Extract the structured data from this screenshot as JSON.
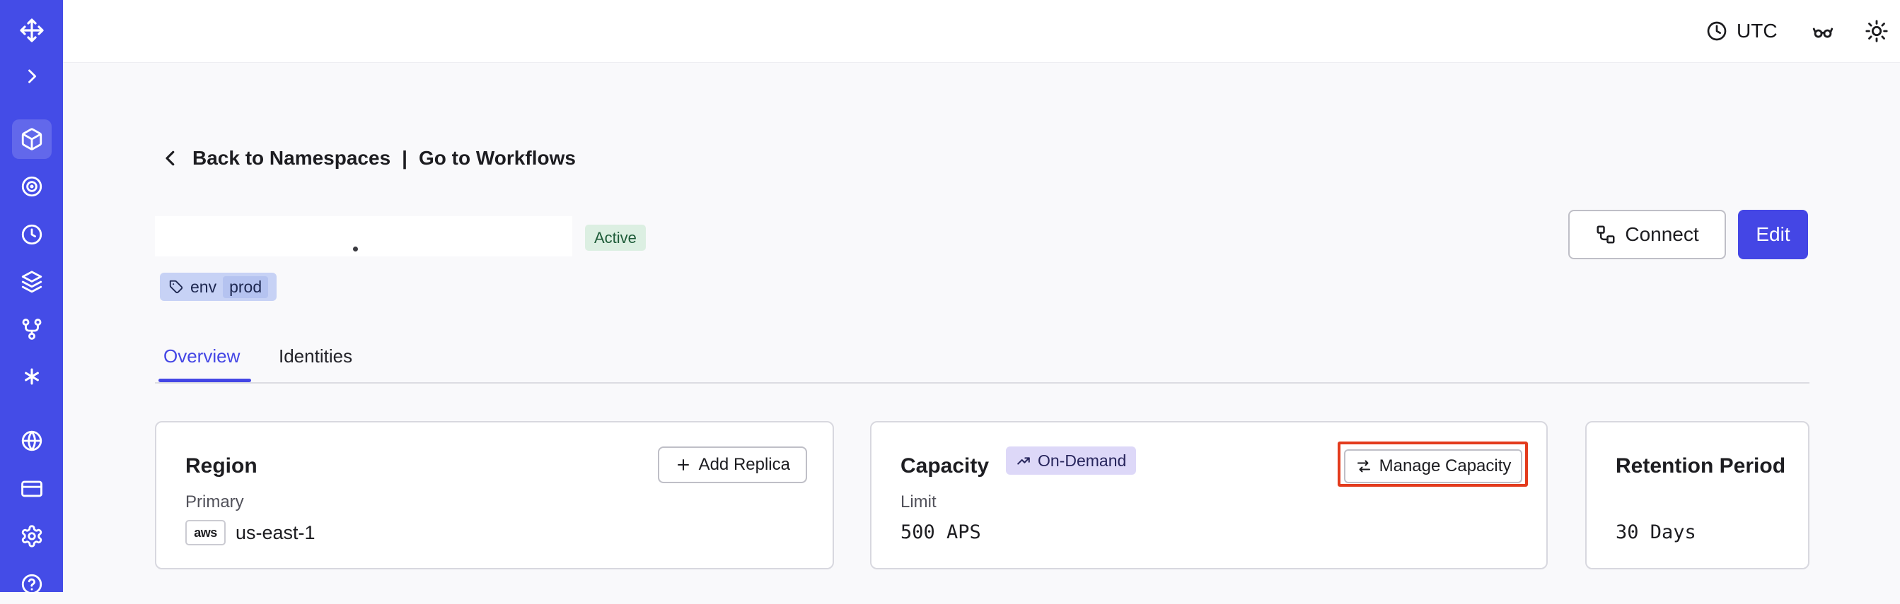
{
  "colors": {
    "sidebar-bg": "#444ce7",
    "sidebar-active": "rgba(255,255,255,0.16)",
    "accent": "#4446e5",
    "content-bg": "#f9f9fb",
    "card-border": "#d8d8df",
    "btn-border": "#bfbfc7",
    "text-primary": "#1d1d21",
    "text-secondary": "#51515a",
    "badge-active-bg": "#dcefe2",
    "badge-active-text": "#1d5b38",
    "tag-bg": "#c7d2f5",
    "tag-chip-bg": "#b5c3f0",
    "tag-text": "#1d2750",
    "ondemand-bg": "#ddd8f8",
    "ondemand-text": "#27255c",
    "annotation": "#e33b1d"
  },
  "topbar": {
    "timezone": "UTC"
  },
  "sidebar": {
    "icons": [
      "logo",
      "expand",
      "namespaces",
      "workflows",
      "schedules",
      "batch-operations",
      "deployments",
      "nexus",
      "usage",
      "billing",
      "settings",
      "help"
    ]
  },
  "breadcrumb": {
    "back": "Back to Namespaces",
    "separator": "|",
    "workflows": "Go to Workflows"
  },
  "namespace": {
    "status": "Active",
    "tag": {
      "key": "env",
      "value": "prod"
    },
    "actions": {
      "connect": "Connect",
      "edit": "Edit"
    }
  },
  "tabs": [
    {
      "label": "Overview",
      "active": true
    },
    {
      "label": "Identities",
      "active": false
    }
  ],
  "cards": {
    "region": {
      "title": "Region",
      "add_replica": "Add Replica",
      "primary_label": "Primary",
      "provider": "aws",
      "value": "us-east-1"
    },
    "capacity": {
      "title": "Capacity",
      "badge": "On-Demand",
      "manage": "Manage Capacity",
      "limit_label": "Limit",
      "value": "500 APS"
    },
    "retention": {
      "title": "Retention Period",
      "value": "30 Days"
    }
  }
}
